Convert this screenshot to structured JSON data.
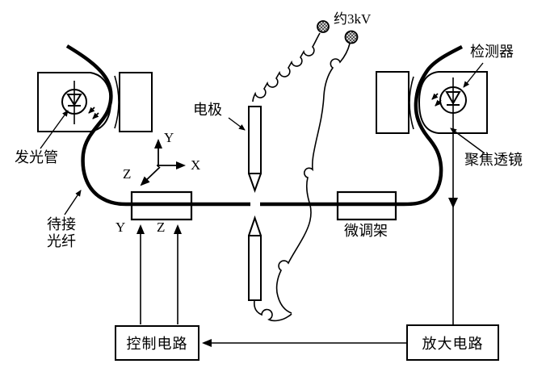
{
  "labels": {
    "voltage": "约3kV",
    "detector": "检测器",
    "electrode": "电极",
    "emitter": "发光管",
    "fiber": "待接\n光纤",
    "focus_lens": "聚焦透镜",
    "stage": "微调架"
  },
  "axes": {
    "x": "X",
    "y": "Y",
    "z": "Z"
  },
  "stage_axes": {
    "y": "Y",
    "z": "Z"
  },
  "boxes": {
    "control": "控制电路",
    "amplifier": "放大电路"
  },
  "colors": {
    "line": "#000000",
    "background": "#ffffff"
  }
}
